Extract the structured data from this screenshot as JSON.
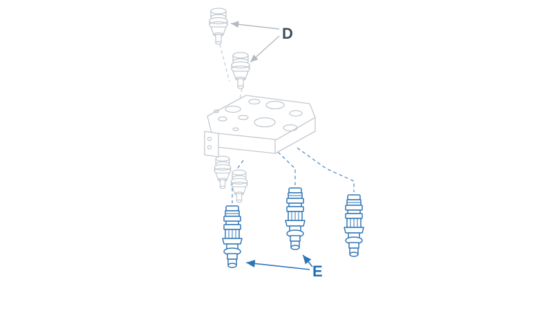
{
  "figure": {
    "type": "exploded-parts-diagram",
    "labels": {
      "d": "D",
      "e": "E"
    },
    "parts": {
      "d_description": "two grey cartridge plugs above manifold",
      "e_description": "three blue cartridge valves below manifold",
      "block_description": "hydraulic manifold block with ports"
    },
    "colors": {
      "part_grey": "#c3c9cf",
      "arrow_grey": "#b3bac1",
      "valve_blue": "#2e75b6",
      "connector_blue": "#4a85c0",
      "label_d": "#3f4d59",
      "label_e": "#1f6eb5",
      "background": "#ffffff"
    }
  }
}
